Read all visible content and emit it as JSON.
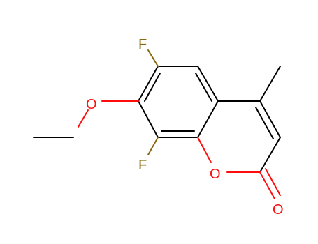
{
  "atoms": {
    "f_top": {
      "symbol": "F",
      "color": "#8a6a10"
    },
    "f_bottom": {
      "symbol": "F",
      "color": "#8a6a10"
    },
    "o_ether": {
      "symbol": "O",
      "color": "#ff0d0d"
    },
    "o_ring": {
      "symbol": "O",
      "color": "#ff0d0d"
    },
    "o_carbonyl": {
      "symbol": "O",
      "color": "#ff0d0d"
    }
  },
  "colors": {
    "carbon_bond": "#000000",
    "oxygen": "#ff0d0d",
    "fluorine": "#8a6a10"
  }
}
